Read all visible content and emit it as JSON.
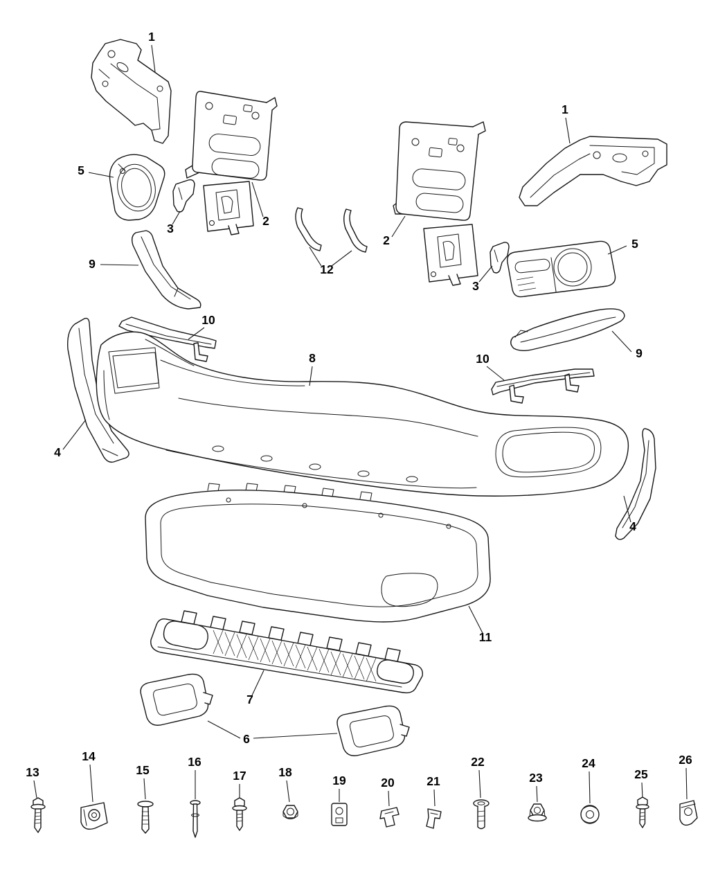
{
  "colors": {
    "line": "#161616",
    "background": "#ffffff"
  },
  "callouts": [
    {
      "id": "1-top-left",
      "label": "1"
    },
    {
      "id": "5-left",
      "label": "5"
    },
    {
      "id": "3-left",
      "label": "3"
    },
    {
      "id": "2-left",
      "label": "2"
    },
    {
      "id": "12",
      "label": "12"
    },
    {
      "id": "9-left",
      "label": "9"
    },
    {
      "id": "2-right",
      "label": "2"
    },
    {
      "id": "3-right",
      "label": "3"
    },
    {
      "id": "1-top-right",
      "label": "1"
    },
    {
      "id": "5-right",
      "label": "5"
    },
    {
      "id": "9-right",
      "label": "9"
    },
    {
      "id": "10-left",
      "label": "10"
    },
    {
      "id": "10-right",
      "label": "10"
    },
    {
      "id": "8",
      "label": "8"
    },
    {
      "id": "4-left",
      "label": "4"
    },
    {
      "id": "4-right",
      "label": "4"
    },
    {
      "id": "11",
      "label": "11"
    },
    {
      "id": "7",
      "label": "7"
    },
    {
      "id": "6",
      "label": "6"
    },
    {
      "id": "13",
      "label": "13"
    },
    {
      "id": "14",
      "label": "14"
    },
    {
      "id": "15",
      "label": "15"
    },
    {
      "id": "16",
      "label": "16"
    },
    {
      "id": "17",
      "label": "17"
    },
    {
      "id": "18",
      "label": "18"
    },
    {
      "id": "19",
      "label": "19"
    },
    {
      "id": "20",
      "label": "20"
    },
    {
      "id": "21",
      "label": "21"
    },
    {
      "id": "22",
      "label": "22"
    },
    {
      "id": "23",
      "label": "23"
    },
    {
      "id": "24",
      "label": "24"
    },
    {
      "id": "25",
      "label": "25"
    },
    {
      "id": "26",
      "label": "26"
    }
  ]
}
